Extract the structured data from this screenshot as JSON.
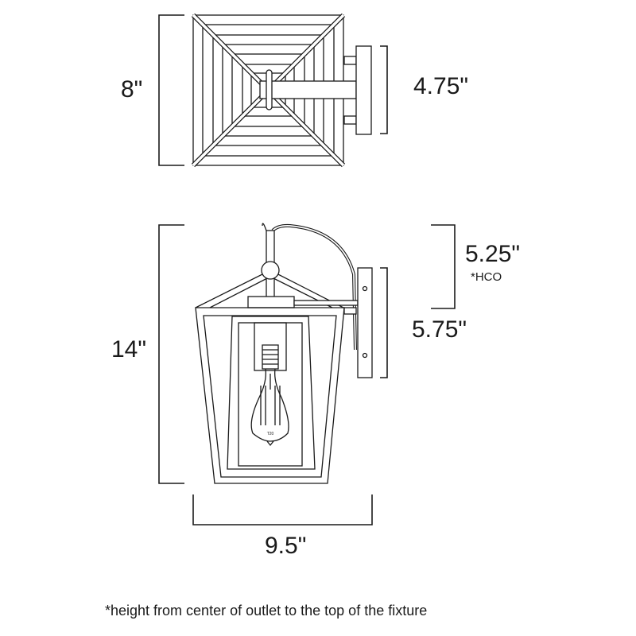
{
  "top_view": {
    "height_label": "8\"",
    "backplate_label": "4.75\""
  },
  "side_view": {
    "height_label": "14\"",
    "hco_label": "5.25\"",
    "hco_note": "*HCO",
    "backplate_label": "5.75\"",
    "width_label": "9.5\""
  },
  "footnote": "*height from center of outlet to the top of the fixture",
  "colors": {
    "line": "#1a1a1a",
    "background": "#ffffff"
  }
}
